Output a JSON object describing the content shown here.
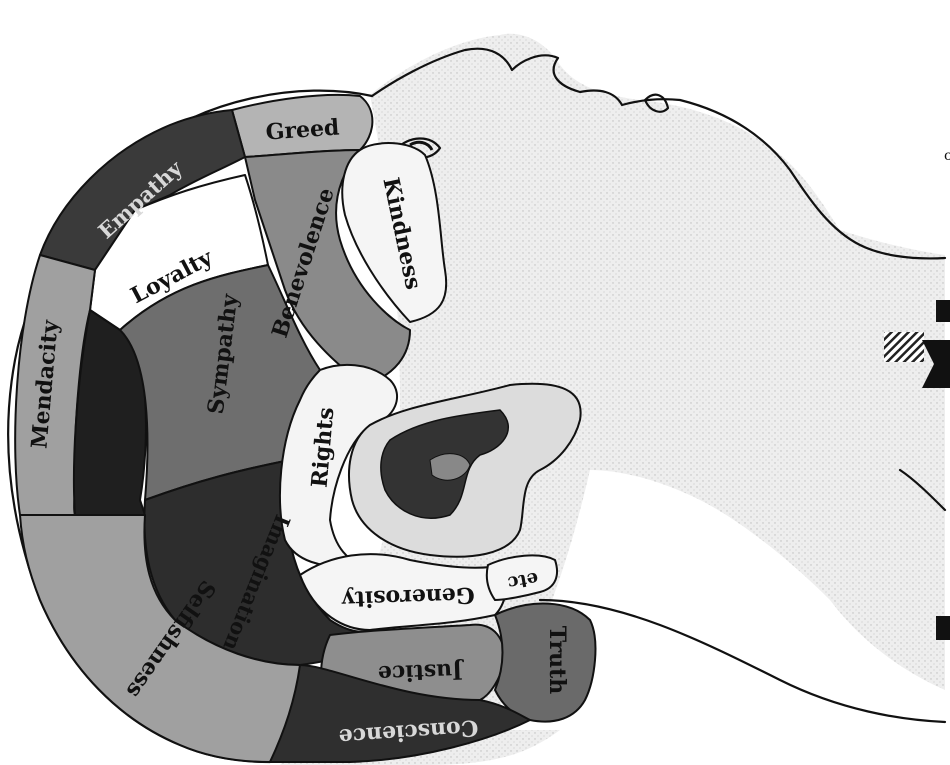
{
  "figure": {
    "regions": {
      "greed": "Greed",
      "empathy": "Empathy",
      "benevolence": "Benevolence",
      "kindness": "Kindness",
      "loyalty": "Loyalty",
      "mendacity": "Mendacity",
      "sympathy": "Sympathy",
      "rights": "Rights",
      "imagination": "Imagination",
      "selfishness": "Selfishness",
      "generosity": "Generosity",
      "etc": "etc",
      "justice": "Justice",
      "truth": "Truth",
      "conscience": "Conscience"
    },
    "colors": {
      "dark": "#2b2b2b",
      "medium": "#6e6e6e",
      "light": "#a9a9a9",
      "white": "#ffffff",
      "skin": "#e6e6e6"
    }
  }
}
